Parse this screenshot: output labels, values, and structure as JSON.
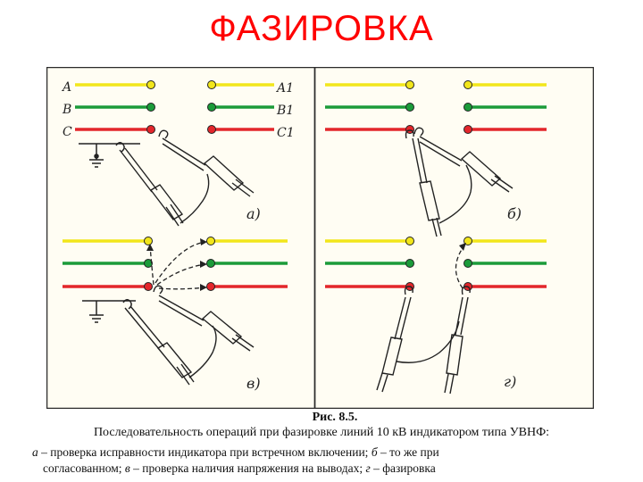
{
  "title": "ФАЗИРОВКА",
  "figure": {
    "phase_labels_left": [
      "A",
      "B",
      "C"
    ],
    "phase_labels_right": [
      "A1",
      "B1",
      "C1"
    ],
    "panel_labels": [
      "а)",
      "б)",
      "в)",
      "г)"
    ],
    "colors": {
      "phase_a": "#f2e61b",
      "phase_b": "#1b9b3a",
      "phase_c": "#e3262b",
      "frame": "#2a2a2a"
    }
  },
  "caption": {
    "figure_number": "Рис. 8.5.",
    "heading": "Последовательность операций при фазировке линий 10 кВ индикатором типа УВНФ:",
    "items": [
      {
        "key": "а",
        "text": "– проверка исправности индикатора при встречном включении;"
      },
      {
        "key": "б",
        "text": "– то же при"
      },
      {
        "key": "",
        "text": "согласованном;"
      },
      {
        "key": "в",
        "text": "– проверка наличия напряжения на выводах;"
      },
      {
        "key": "г",
        "text": "– фазировка"
      }
    ]
  }
}
